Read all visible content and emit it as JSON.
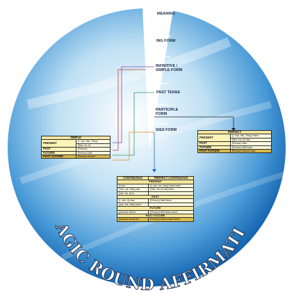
{
  "title": "MAGIC ROUND AFFIRMATIVE",
  "colors": {
    "disc_light": "#e6f3fb",
    "disc_mid": "#8cc4e8",
    "disc_dark": "#1565b0",
    "title_fill": "#ffffff",
    "title_stroke": "#1b2a4a",
    "table_fill": "#fff4b8"
  },
  "forms": [
    {
      "key": "meaning",
      "label": "MEANING"
    },
    {
      "key": "ing",
      "label": "ING FORM"
    },
    {
      "key": "infinitive",
      "label": "INFINITIVE /\nSIMPLE FORM"
    },
    {
      "key": "past",
      "label": "PAST TENSE"
    },
    {
      "key": "participle",
      "label": "PARTICIPLE\nFORM"
    },
    {
      "key": "ses",
      "label": "S/ES FORM"
    }
  ],
  "simple": {
    "header": "SIMPLE",
    "rows": [
      {
        "tense": "PRESENT",
        "lines": [
          "(I, You, We, They)",
          "(She, he, it)"
        ]
      },
      {
        "tense": "PAST",
        "lines": [
          "(Person)"
        ]
      },
      {
        "tense": "FUTURE",
        "lines": [
          "(Person) Will"
        ]
      },
      {
        "tense": "PAST FUTURE",
        "lines": [
          "(Person) Would"
        ]
      }
    ]
  },
  "perfect": {
    "header": "PERFECT",
    "rows": [
      {
        "tense": "PRESENT",
        "lines": [
          "(I, You, We, They) Have",
          "(She, he, it) Has"
        ]
      },
      {
        "tense": "PAST",
        "lines": [
          "(Person) had"
        ]
      },
      {
        "tense": "FUTURE",
        "lines": [
          "(Person) Will have"
        ]
      },
      {
        "tense": "PAST FUTURE",
        "lines": [
          "(Person) Would have"
        ]
      }
    ]
  },
  "continuous": {
    "header_left": "CONTINUOUS",
    "header_right": "PERFECT CONTINUOUS",
    "sections": [
      {
        "label": "PRESENT",
        "rows": [
          [
            "(I) am",
            "(I, you, we, they) have been"
          ],
          [
            "(You, we, they) are",
            "(She, he, it) has been"
          ],
          [
            "(she, he, it) is",
            ""
          ]
        ]
      },
      {
        "label": "PAST",
        "rows": [
          [
            "(I, she, it) was",
            "(Person) Had Been"
          ],
          [
            "(you, we, they) were",
            ""
          ]
        ]
      },
      {
        "label": "FUTURE",
        "rows": [
          [
            "(person) will be",
            "(Person) Will Have been"
          ]
        ]
      },
      {
        "label": "PAST FUTURE",
        "rows": [
          [
            "(person) would be",
            "(Person) Would have been"
          ]
        ]
      }
    ]
  }
}
